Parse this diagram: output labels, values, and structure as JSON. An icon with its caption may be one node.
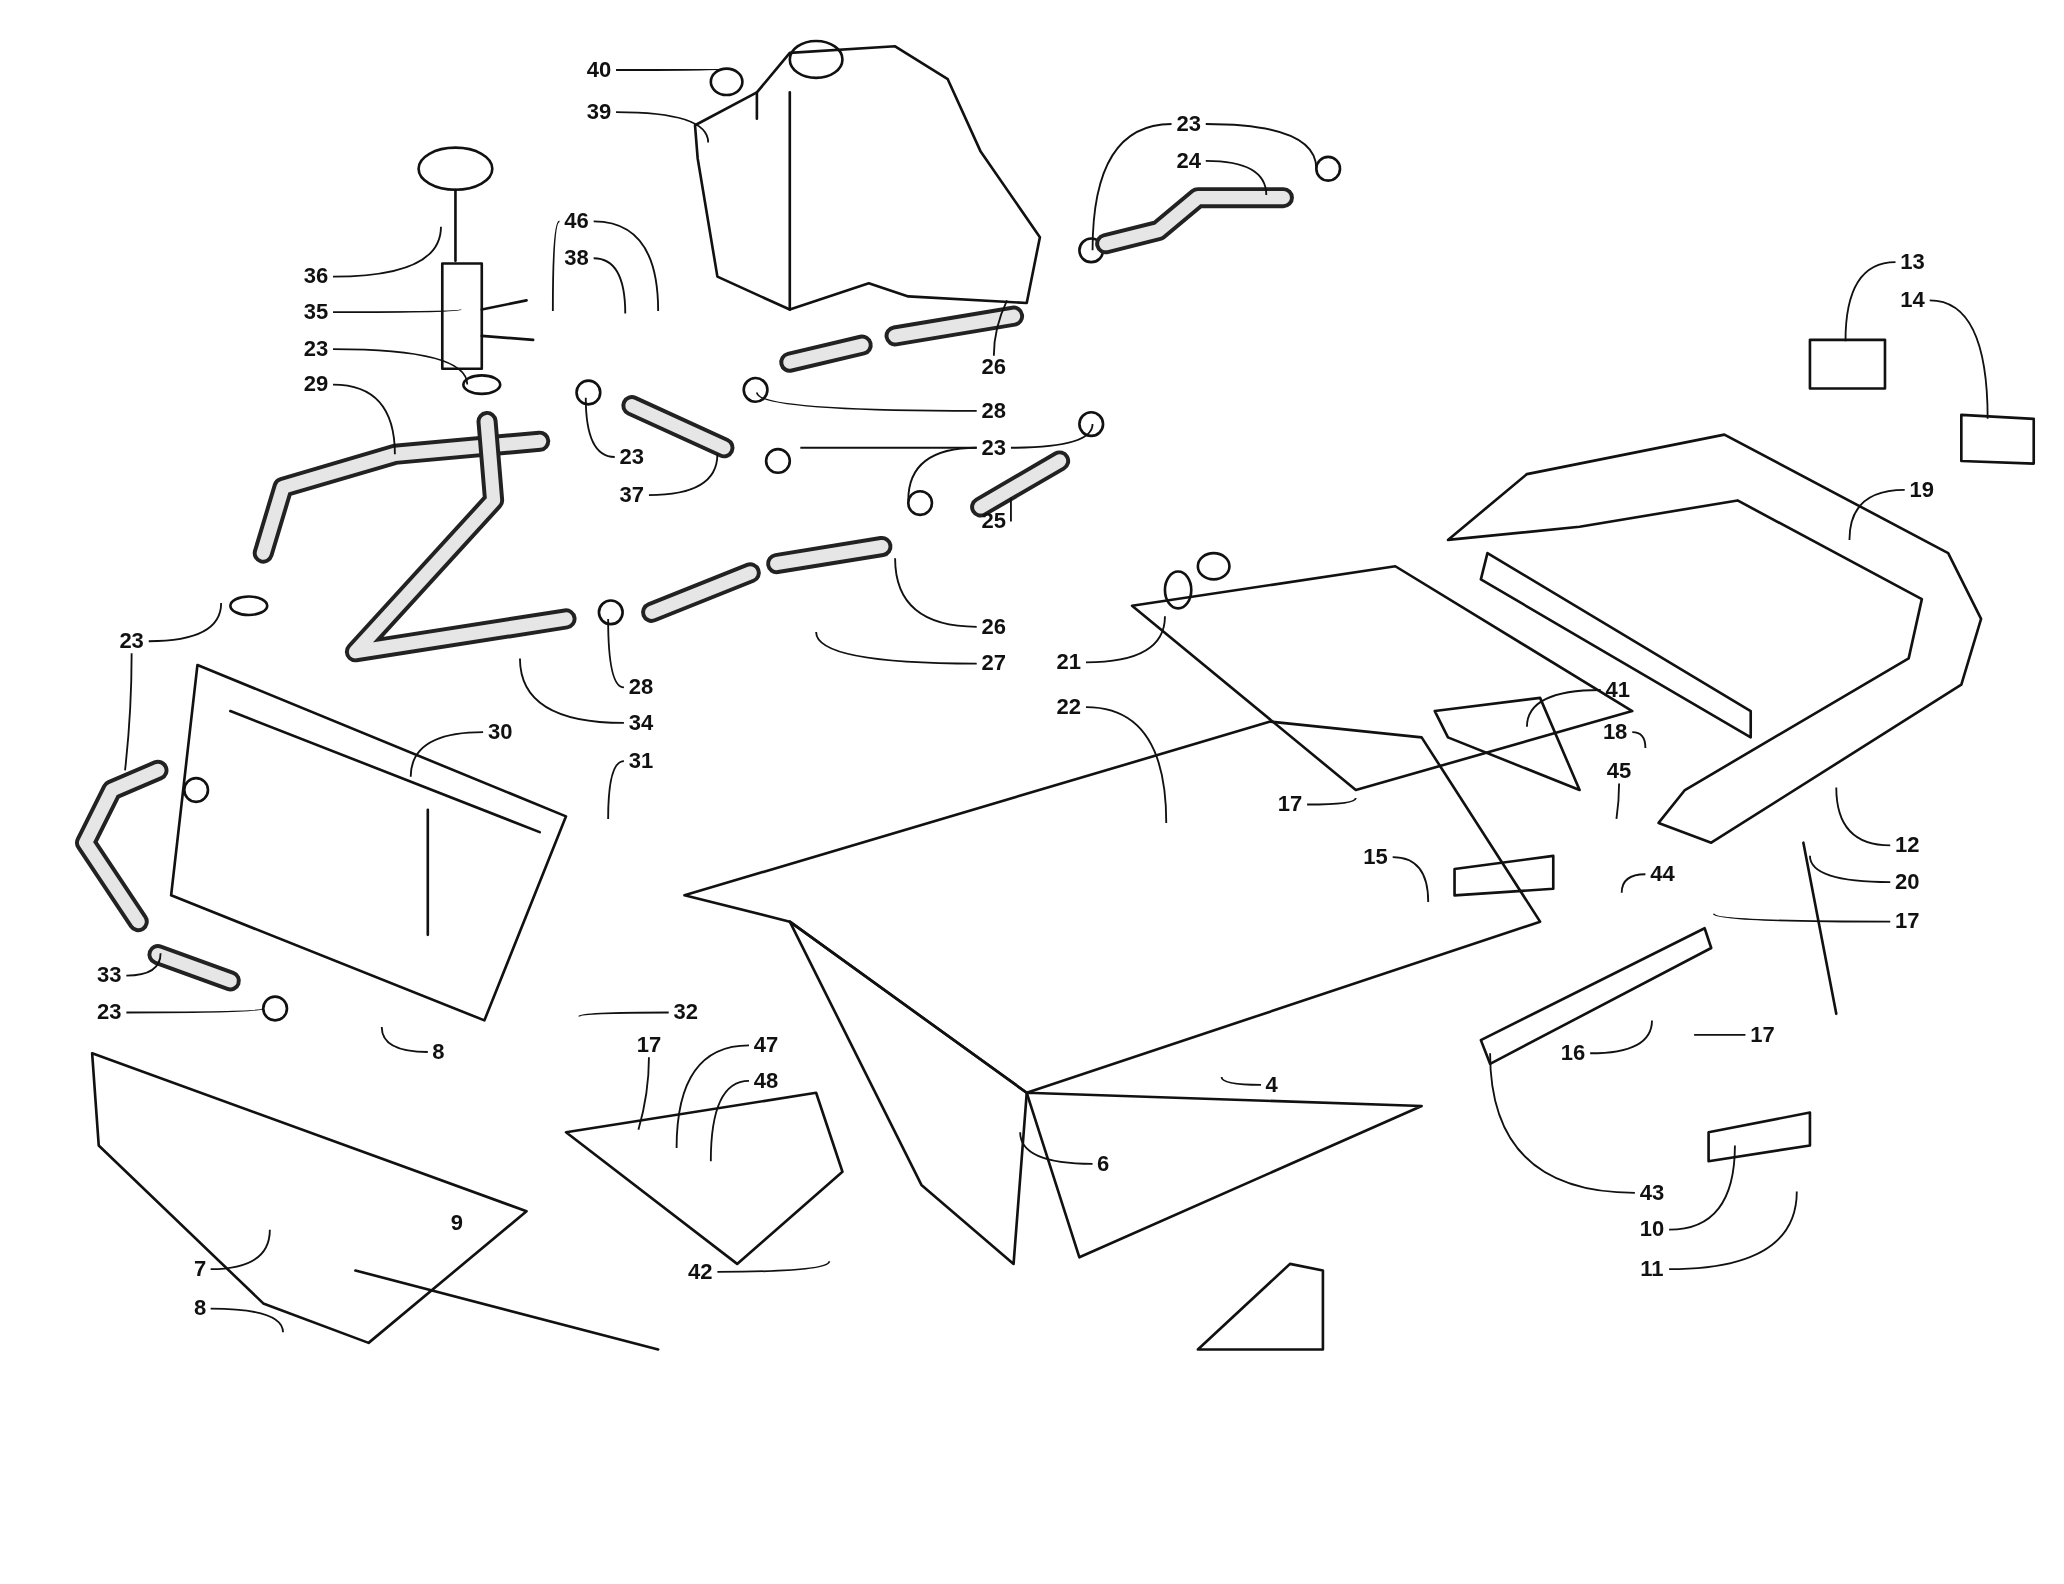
{
  "diagram": {
    "nodes": [
      {
        "text": [
          "40"
        ]
      },
      {
        "text": [
          "39"
        ]
      },
      {
        "text": [
          "36"
        ]
      },
      {
        "text": [
          "46"
        ]
      },
      {
        "text": [
          "38"
        ]
      },
      {
        "text": [
          "35"
        ]
      },
      {
        "text": [
          "23"
        ]
      },
      {
        "text": [
          "29"
        ]
      },
      {
        "text": [
          "23"
        ]
      },
      {
        "text": [
          "37"
        ]
      },
      {
        "text": [
          "23"
        ]
      },
      {
        "text": [
          "24"
        ]
      },
      {
        "text": [
          "26"
        ]
      },
      {
        "text": [
          "28"
        ]
      },
      {
        "text": [
          "23"
        ]
      },
      {
        "text": [
          "25"
        ]
      },
      {
        "text": [
          "26"
        ]
      },
      {
        "text": [
          "27"
        ]
      },
      {
        "text": [
          "28"
        ]
      },
      {
        "text": [
          "34"
        ]
      },
      {
        "text": [
          "23"
        ]
      },
      {
        "text": [
          "30"
        ]
      },
      {
        "text": [
          "31"
        ]
      },
      {
        "text": [
          "33"
        ]
      },
      {
        "text": [
          "23"
        ]
      },
      {
        "text": [
          "32"
        ]
      },
      {
        "text": [
          "8"
        ]
      },
      {
        "text": [
          "17"
        ]
      },
      {
        "text": [
          "47"
        ]
      },
      {
        "text": [
          "48"
        ]
      },
      {
        "text": [
          "7"
        ]
      },
      {
        "text": [
          "8"
        ]
      },
      {
        "text": [
          "42"
        ]
      },
      {
        "text": [
          "6"
        ]
      },
      {
        "text": [
          "4"
        ]
      },
      {
        "text": [
          "21"
        ]
      },
      {
        "text": [
          "22"
        ]
      },
      {
        "text": [
          "13"
        ]
      },
      {
        "text": [
          "14"
        ]
      },
      {
        "text": [
          "19"
        ]
      },
      {
        "text": [
          "41"
        ]
      },
      {
        "text": [
          "18"
        ]
      },
      {
        "text": [
          "45"
        ]
      },
      {
        "text": [
          "17"
        ]
      },
      {
        "text": [
          "15"
        ]
      },
      {
        "text": [
          "44"
        ]
      },
      {
        "text": [
          "12"
        ]
      },
      {
        "text": [
          "20"
        ]
      },
      {
        "text": [
          "17"
        ]
      },
      {
        "text": [
          "16"
        ]
      },
      {
        "text": [
          "17"
        ]
      },
      {
        "text": [
          "43"
        ]
      },
      {
        "text": [
          "10"
        ]
      },
      {
        "text": [
          "11"
        ]
      }
    ],
    "edges": [
      {
        "from": 0,
        "to": null,
        "arrow": "none"
      },
      {
        "from": 1,
        "to": null,
        "arrow": "none"
      },
      {
        "from": 2,
        "to": null,
        "arrow": "none"
      },
      {
        "from": 3,
        "to": null,
        "arrow": "none"
      },
      {
        "from": 3,
        "to": null,
        "arrow": "none"
      },
      {
        "from": 4,
        "to": null,
        "arrow": "none"
      },
      {
        "from": 5,
        "to": null,
        "arrow": "none"
      },
      {
        "from": 6,
        "to": null,
        "arrow": "none"
      },
      {
        "from": 7,
        "to": null,
        "arrow": "none"
      },
      {
        "from": 8,
        "to": null,
        "arrow": "none"
      },
      {
        "from": 9,
        "to": null,
        "arrow": "none"
      },
      {
        "from": 10,
        "to": null,
        "arrow": "none"
      },
      {
        "from": 10,
        "to": null,
        "arrow": "none"
      },
      {
        "from": 11,
        "to": null,
        "arrow": "none"
      },
      {
        "from": 12,
        "to": null,
        "arrow": "none"
      },
      {
        "from": 13,
        "to": null,
        "arrow": "none"
      },
      {
        "from": 14,
        "to": null,
        "arrow": "none"
      },
      {
        "from": 14,
        "to": null,
        "arrow": "none"
      },
      {
        "from": 14,
        "to": null,
        "arrow": "none"
      },
      {
        "from": 15,
        "to": null,
        "arrow": "none"
      },
      {
        "from": 16,
        "to": null,
        "arrow": "none"
      },
      {
        "from": 17,
        "to": null,
        "arrow": "none"
      },
      {
        "from": 18,
        "to": null,
        "arrow": "none"
      },
      {
        "from": 19,
        "to": null,
        "arrow": "none"
      },
      {
        "from": 20,
        "to": null,
        "arrow": "none"
      },
      {
        "from": 20,
        "to": null,
        "arrow": "none"
      },
      {
        "from": 21,
        "to": null,
        "arrow": "none"
      },
      {
        "from": 22,
        "to": null,
        "arrow": "none"
      },
      {
        "from": 23,
        "to": null,
        "arrow": "none"
      },
      {
        "from": 24,
        "to": null,
        "arrow": "none"
      },
      {
        "from": 25,
        "to": null,
        "arrow": "none"
      },
      {
        "from": 26,
        "to": null,
        "arrow": "none"
      },
      {
        "from": 27,
        "to": null,
        "arrow": "none"
      },
      {
        "from": 28,
        "to": null,
        "arrow": "none"
      },
      {
        "from": 29,
        "to": null,
        "arrow": "none"
      },
      {
        "from": 30,
        "to": null,
        "arrow": "none"
      },
      {
        "from": 31,
        "to": null,
        "arrow": "none"
      },
      {
        "from": 32,
        "to": null,
        "arrow": "none"
      },
      {
        "from": 33,
        "to": null,
        "arrow": "none"
      },
      {
        "from": 34,
        "to": null,
        "arrow": "none"
      },
      {
        "from": 35,
        "to": null,
        "arrow": "none"
      },
      {
        "from": 36,
        "to": null,
        "arrow": "none"
      },
      {
        "from": 37,
        "to": null,
        "arrow": "none"
      },
      {
        "from": 38,
        "to": null,
        "arrow": "none"
      },
      {
        "from": 39,
        "to": null,
        "arrow": "none"
      },
      {
        "from": 40,
        "to": null,
        "arrow": "none"
      },
      {
        "from": 41,
        "to": null,
        "arrow": "none"
      },
      {
        "from": 42,
        "to": null,
        "arrow": "none"
      },
      {
        "from": 43,
        "to": null,
        "arrow": "none"
      },
      {
        "from": 44,
        "to": null,
        "arrow": "none"
      },
      {
        "from": 45,
        "to": null,
        "arrow": "none"
      },
      {
        "from": 46,
        "to": null,
        "arrow": "none"
      },
      {
        "from": 47,
        "to": null,
        "arrow": "none"
      },
      {
        "from": 48,
        "to": null,
        "arrow": "none"
      },
      {
        "from": 49,
        "to": null,
        "arrow": "none"
      },
      {
        "from": 50,
        "to": null,
        "arrow": "none"
      },
      {
        "from": 51,
        "to": null,
        "arrow": "none"
      },
      {
        "from": 52,
        "to": null,
        "arrow": "none"
      },
      {
        "from": 53,
        "to": null,
        "arrow": "none"
      }
    ],
    "labels": [
      "9"
    ]
  }
}
